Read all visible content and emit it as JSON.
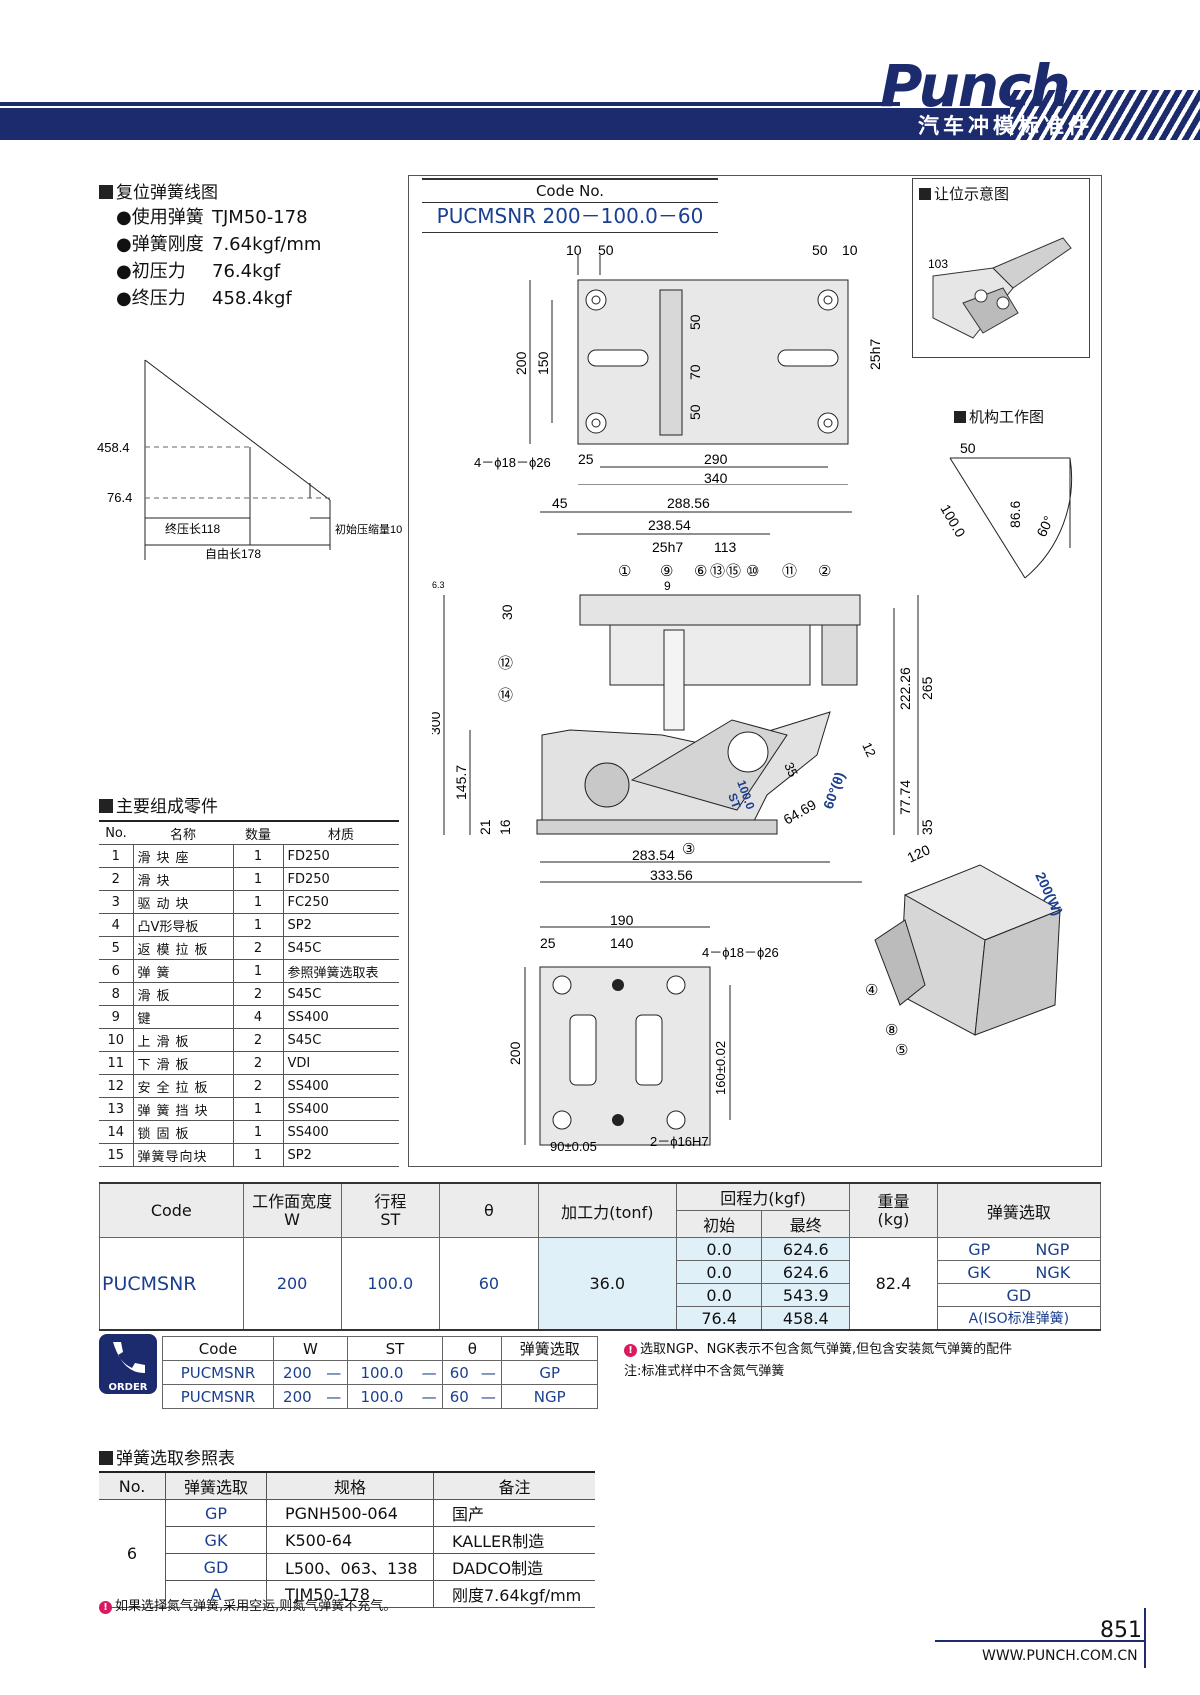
{
  "header": {
    "logo": "Punch",
    "subtitle": "汽车冲模标准件"
  },
  "spring_chart": {
    "title": "复位弹簧线图",
    "specs": [
      {
        "label": "●使用弹簧",
        "value": "TJM50-178"
      },
      {
        "label": "●弹簧刚度",
        "value": "7.64kgf/mm"
      },
      {
        "label": "●初压力",
        "value": "76.4kgf"
      },
      {
        "label": "●终压力",
        "value": "458.4kgf"
      }
    ],
    "y_labels": [
      "458.4",
      "76.4"
    ],
    "x_labels": [
      "终压长118",
      "初始压缩量10",
      "自由长178"
    ]
  },
  "drawing": {
    "code_label": "Code No.",
    "code_value": "PUCMSNR 200－100.0－60",
    "clearance_title": "让位示意图",
    "mechanism_title": "机构工作图",
    "clearance_dim": "103",
    "dims_top": [
      "10",
      "50",
      "50",
      "10",
      "200",
      "150",
      "50",
      "70",
      "50",
      "25h7",
      "4－ϕ18－ϕ26",
      "25",
      "290",
      "340"
    ],
    "dims_side": [
      "45",
      "288.56",
      "238.54",
      "25h7",
      "113",
      "9",
      "30",
      "300",
      "145.7",
      "21",
      "16",
      "222.26",
      "265",
      "77.74",
      "35",
      "12",
      "35",
      "64.69",
      "60°(θ)",
      "100.0",
      "ST",
      "283.54",
      "333.56",
      "6.3"
    ],
    "balloons": [
      "①",
      "⑨",
      "⑥",
      "⑬",
      "⑮",
      "⑩",
      "⑪",
      "②",
      "⑫",
      "⑭",
      "③"
    ],
    "dims_bottom": [
      "190",
      "25",
      "140",
      "4－ϕ18－ϕ26",
      "200",
      "160±0.02",
      "90±0.05",
      "2－ϕ16H7"
    ],
    "mech_dims": [
      "50",
      "100.0",
      "86.6",
      "60°"
    ],
    "block_dims": [
      "120",
      "200(W)"
    ],
    "block_balloons": [
      "④",
      "⑧",
      "⑤"
    ]
  },
  "parts": {
    "title": "主要组成零件",
    "headers": [
      "No.",
      "名称",
      "数量",
      "材质"
    ],
    "rows": [
      [
        "1",
        "滑块座",
        "1",
        "FD250"
      ],
      [
        "2",
        "滑块",
        "1",
        "FD250"
      ],
      [
        "3",
        "驱动块",
        "1",
        "FC250"
      ],
      [
        "4",
        "凸V形导板",
        "1",
        "SP2"
      ],
      [
        "5",
        "返模拉板",
        "2",
        "S45C"
      ],
      [
        "6",
        "弹簧",
        "1",
        "参照弹簧选取表"
      ],
      [
        "8",
        "滑板",
        "2",
        "S45C"
      ],
      [
        "9",
        "键",
        "4",
        "SS400"
      ],
      [
        "10",
        "上滑板",
        "2",
        "S45C"
      ],
      [
        "11",
        "下滑板",
        "2",
        "VDI"
      ],
      [
        "12",
        "安全拉板",
        "2",
        "SS400"
      ],
      [
        "13",
        "弹簧挡块",
        "1",
        "SS400"
      ],
      [
        "14",
        "锁固板",
        "1",
        "SS400"
      ],
      [
        "15",
        "弹簧导向块",
        "1",
        "SP2"
      ]
    ]
  },
  "spec_table": {
    "headers": {
      "code": "Code",
      "w": "工作面宽度",
      "w_sub": "W",
      "st": "行程",
      "st_sub": "ST",
      "theta": "θ",
      "force": "加工力(tonf)",
      "return": "回程力(kgf)",
      "initial": "初始",
      "final": "最终",
      "weight": "重量",
      "weight_unit": "(kg)",
      "spring": "弹簧选取"
    },
    "code": "PUCMSNR",
    "w": "200",
    "st": "100.0",
    "theta": "60",
    "force": "36.0",
    "weight": "82.4",
    "return_rows": [
      [
        "0.0",
        "624.6"
      ],
      [
        "0.0",
        "624.6"
      ],
      [
        "0.0",
        "543.9"
      ],
      [
        "76.4",
        "458.4"
      ]
    ],
    "spring_rows": [
      [
        "GP",
        "NGP"
      ],
      [
        "GK",
        "NGK"
      ],
      [
        "GD"
      ],
      [
        "A(ISO标准弹簧)"
      ]
    ]
  },
  "order": {
    "badge": "ORDER",
    "headers": [
      "Code",
      "W",
      "ST",
      "θ",
      "弹簧选取"
    ],
    "rows": [
      [
        "PUCMSNR",
        "200",
        "—",
        "100.0",
        "—",
        "60",
        "—",
        "GP"
      ],
      [
        "PUCMSNR",
        "200",
        "—",
        "100.0",
        "—",
        "60",
        "—",
        "NGP"
      ]
    ],
    "note1": "选取NGP、NGK表示不包含氮气弹簧,但包含安装氮气弹簧的配件",
    "note2": "注:标准式样中不含氮气弹簧"
  },
  "spring_ref": {
    "title": "弹簧选取参照表",
    "headers": [
      "No.",
      "弹簧选取",
      "规格",
      "备注"
    ],
    "no": "6",
    "rows": [
      [
        "GP",
        "PGNH500-064",
        "国产"
      ],
      [
        "GK",
        "K500-64",
        "KALLER制造"
      ],
      [
        "GD",
        "L500、063、138",
        "DADCO制造"
      ],
      [
        "A",
        "TJM50-178",
        "刚度7.64kgf/mm"
      ]
    ],
    "note": "如果选择氮气弹簧,采用空运,则氮气弹簧不充气。"
  },
  "footer": {
    "page": "851",
    "url": "WWW.PUNCH.COM.CN"
  },
  "colors": {
    "brand": "#1c2b6e",
    "accent_blue": "#1b3f8f",
    "table_blue": "#dff0f8",
    "note_pink": "#d81b60"
  }
}
